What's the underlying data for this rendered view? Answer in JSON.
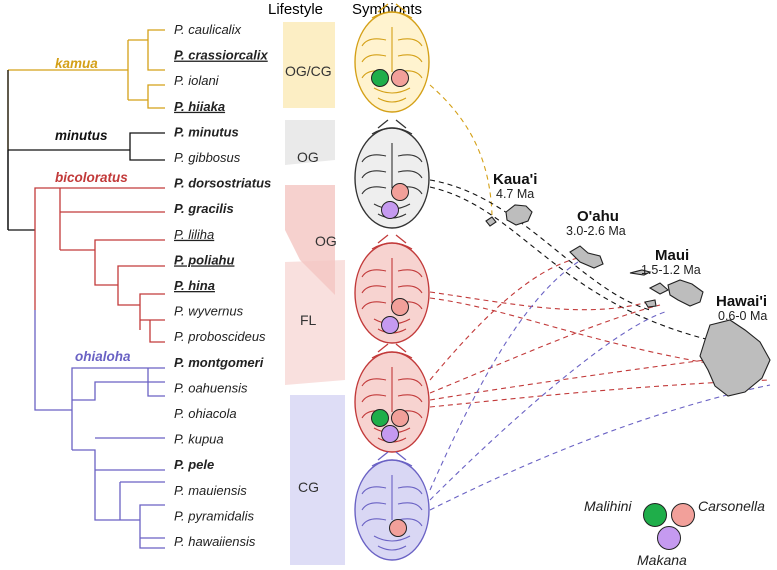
{
  "headers": {
    "lifestyle": "Lifestyle",
    "symbionts": "Symbionts"
  },
  "colors": {
    "kamua": "#d4a017",
    "minutus": "#111111",
    "bicoloratus": "#c23a3a",
    "ohialoha": "#6a62c4",
    "malihini": "#1fae4a",
    "carsonella": "#f2a09a",
    "makana": "#c59af0"
  },
  "clades": [
    {
      "name": "kamua",
      "color": "#d4a017"
    },
    {
      "name": "minutus",
      "color": "#111111"
    },
    {
      "name": "bicoloratus",
      "color": "#c23a3a"
    },
    {
      "name": "ohialoha",
      "color": "#6a62c4"
    }
  ],
  "taxa": [
    {
      "name": "P. caulicalix",
      "bold": false,
      "underline": false
    },
    {
      "name": "P. crassiorcalix",
      "bold": true,
      "underline": true
    },
    {
      "name": "P. iolani",
      "bold": false,
      "underline": false
    },
    {
      "name": "P. hiiaka",
      "bold": true,
      "underline": true
    },
    {
      "name": "P. minutus",
      "bold": true,
      "underline": false
    },
    {
      "name": "P. gibbosus",
      "bold": false,
      "underline": false
    },
    {
      "name": "P. dorsostriatus",
      "bold": true,
      "underline": false
    },
    {
      "name": "P. gracilis",
      "bold": true,
      "underline": false
    },
    {
      "name": "P. liliha",
      "bold": false,
      "underline": true
    },
    {
      "name": "P. poliahu",
      "bold": true,
      "underline": true
    },
    {
      "name": "P. hina",
      "bold": true,
      "underline": true
    },
    {
      "name": "P. wyvernus",
      "bold": false,
      "underline": false
    },
    {
      "name": "P. proboscideus",
      "bold": false,
      "underline": false
    },
    {
      "name": "P. montgomeri",
      "bold": true,
      "underline": false
    },
    {
      "name": "P. oahuensis",
      "bold": false,
      "underline": false
    },
    {
      "name": "P. ohiacola",
      "bold": false,
      "underline": false
    },
    {
      "name": "P. kupua",
      "bold": false,
      "underline": false
    },
    {
      "name": "P. pele",
      "bold": true,
      "underline": false
    },
    {
      "name": "P. mauiensis",
      "bold": false,
      "underline": false
    },
    {
      "name": "P. pyramidalis",
      "bold": false,
      "underline": false
    },
    {
      "name": "P. hawaiiensis",
      "bold": false,
      "underline": false
    }
  ],
  "lifestyles": [
    "OG/CG",
    "OG",
    "OG",
    "FL",
    "CG"
  ],
  "insects": [
    {
      "color": "#d4a017",
      "fill": "#fff3cf",
      "symbionts": [
        "malihini",
        "carsonella"
      ]
    },
    {
      "color": "#333333",
      "fill": "#eeeeee",
      "symbionts": [
        "carsonella",
        "makana"
      ]
    },
    {
      "color": "#c23a3a",
      "fill": "#f7d3d0",
      "symbionts": [
        "carsonella",
        "makana"
      ]
    },
    {
      "color": "#c23a3a",
      "fill": "#f7d3d0",
      "symbionts": [
        "malihini",
        "carsonella",
        "makana"
      ]
    },
    {
      "color": "#6a62c4",
      "fill": "#d9d7f4",
      "symbionts": [
        "carsonella"
      ]
    }
  ],
  "islands": [
    {
      "name": "Kaua'i",
      "age": "4.7 Ma"
    },
    {
      "name": "O'ahu",
      "age": "3.0-2.6 Ma"
    },
    {
      "name": "Maui",
      "age": "1.5-1.2 Ma"
    },
    {
      "name": "Hawai'i",
      "age": "0.6-0 Ma"
    }
  ],
  "legend": {
    "malihini": "Malihini",
    "carsonella": "Carsonella",
    "makana": "Makana"
  }
}
